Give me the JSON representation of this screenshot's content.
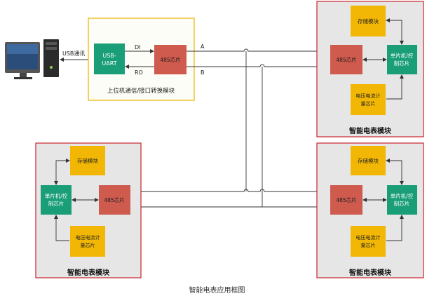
{
  "caption": "智能电表应用框图",
  "usb_label": "USB通讯",
  "converter": {
    "title": "上位机通信/接口转换模块",
    "usb_uart": [
      "USB-",
      "UART"
    ],
    "chip485": "485芯片",
    "di": "DI",
    "ro": "RO"
  },
  "bus": {
    "a": "A",
    "b": "B"
  },
  "meter": {
    "title": "智能电表模块",
    "storage": "存储模块",
    "mcu": [
      "单片机/控",
      "制芯片"
    ],
    "chip485": "485芯片",
    "metering": [
      "电压电流计",
      "量芯片"
    ]
  },
  "colors": {
    "teal": "#1a9e78",
    "coral": "#cf5a4e",
    "amber": "#f2b705",
    "panel_bg": "#e6e6e6",
    "module_border": "#c8232c",
    "converter_border": "#f1c232",
    "converter_bg": "#fdfdf7",
    "line": "#333333"
  }
}
